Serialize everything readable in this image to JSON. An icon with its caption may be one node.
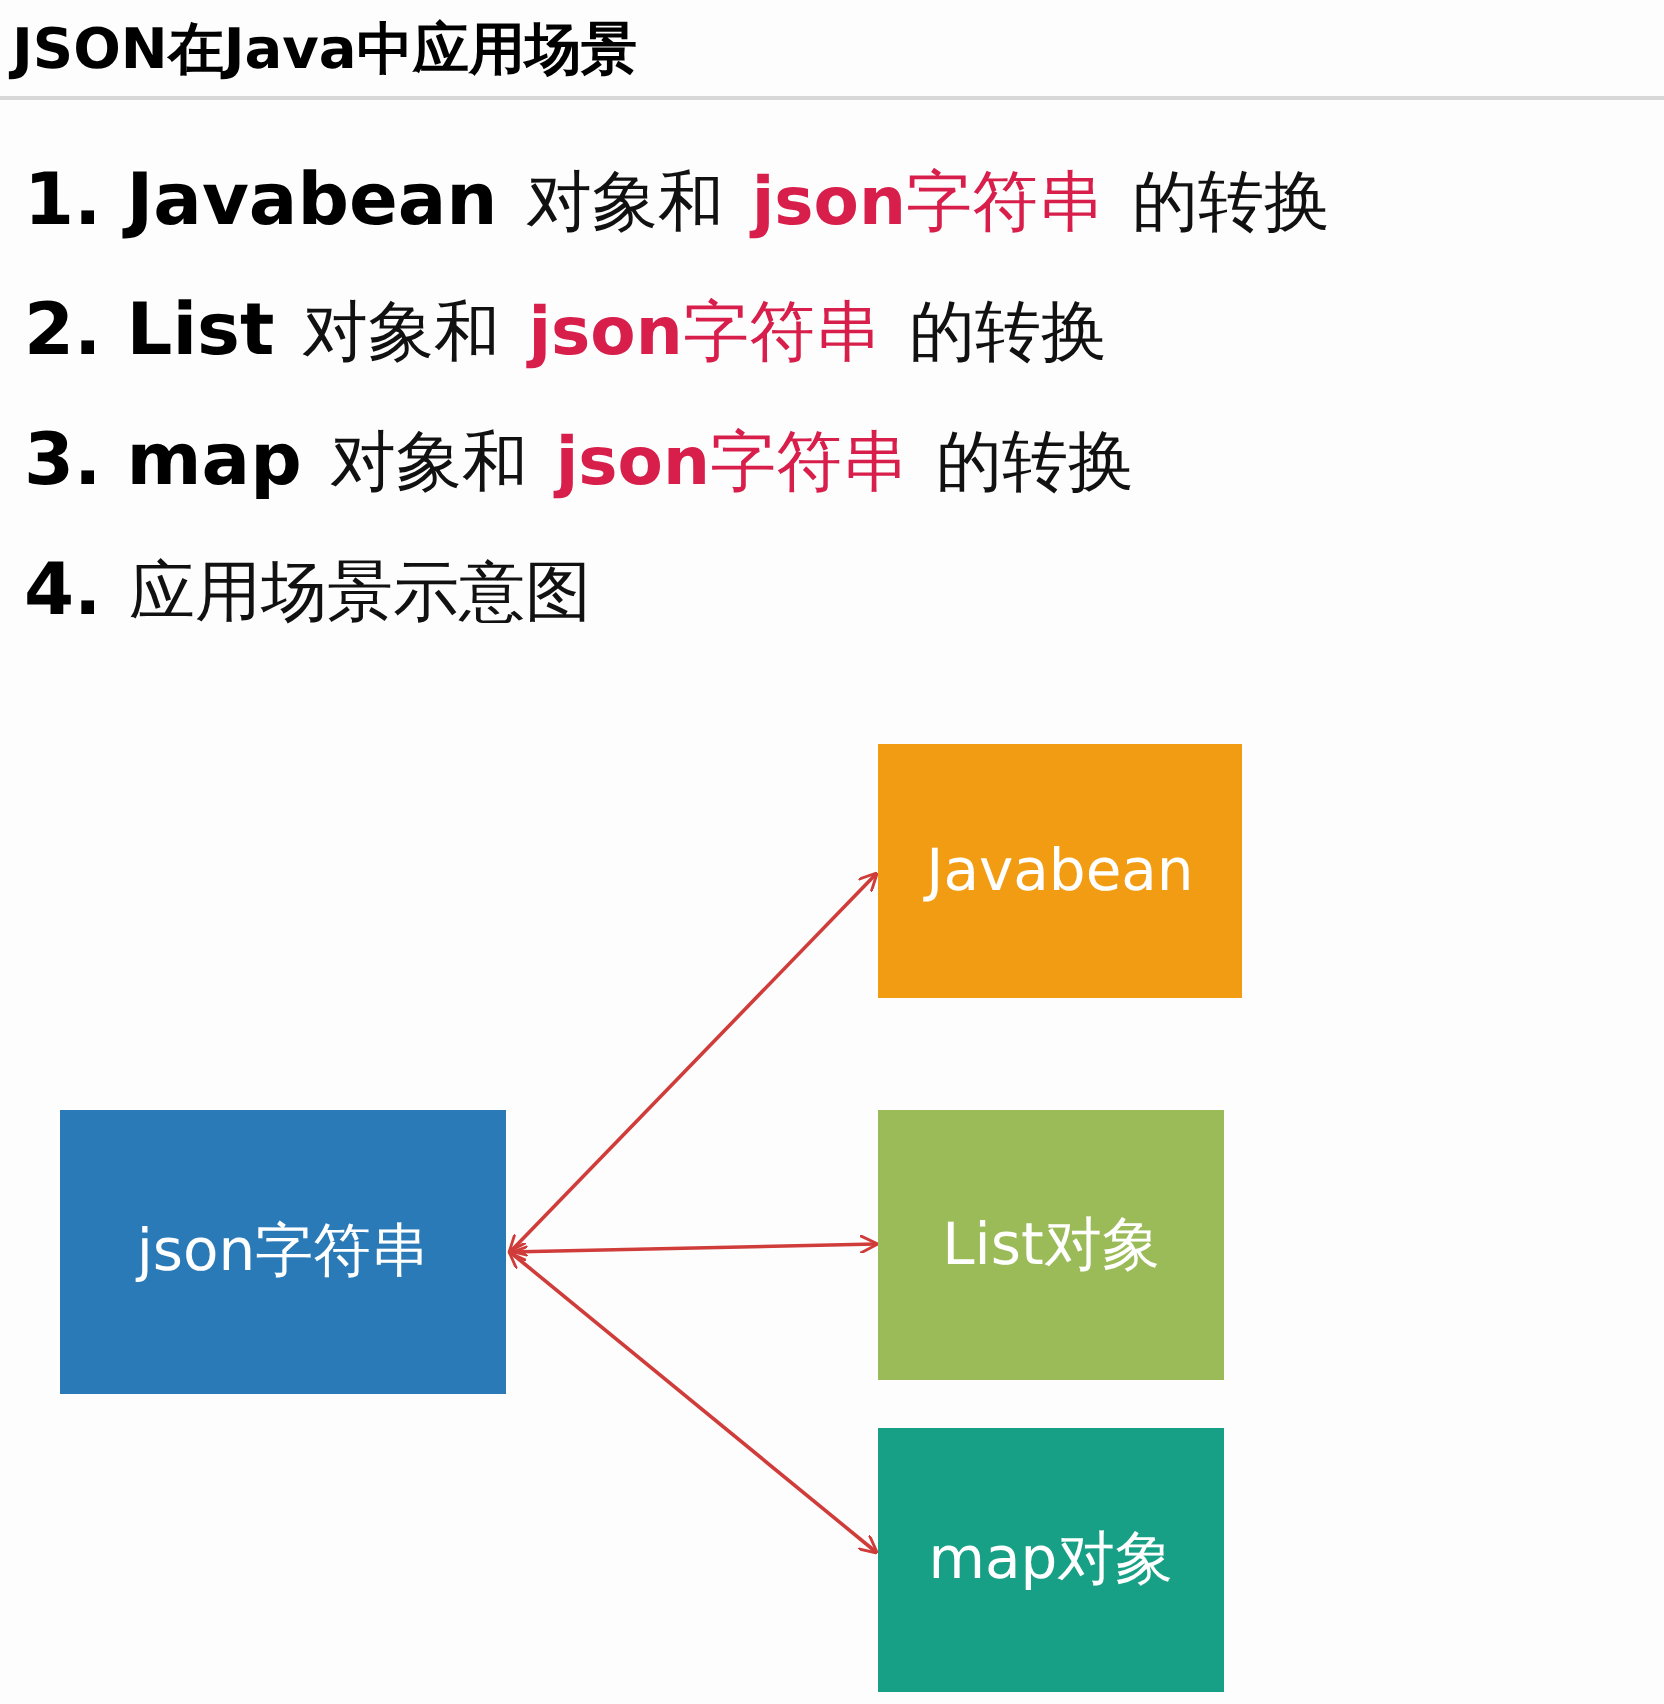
{
  "diagram": {
    "title": "JSON在Java中应用场景",
    "nodes": [
      {
        "text": [
          "json字符串"
        ]
      },
      {
        "text": [
          "Javabean"
        ]
      },
      {
        "text": [
          "List对象"
        ]
      },
      {
        "text": [
          "map对象"
        ]
      }
    ],
    "edges": [
      {
        "from": 0,
        "to": 1,
        "arrow": "both"
      },
      {
        "from": 0,
        "to": 2,
        "arrow": "both"
      },
      {
        "from": 0,
        "to": 3,
        "arrow": "both"
      }
    ],
    "labels": [
      "1. Javabean",
      "对象和",
      "**json**字符串",
      "的转换",
      "2. List",
      "对象和",
      "**json**字符串",
      "的转换",
      "3. map",
      "对象和",
      "**json**字符串",
      "的转换",
      "4.",
      "应用场景示意图"
    ]
  }
}
